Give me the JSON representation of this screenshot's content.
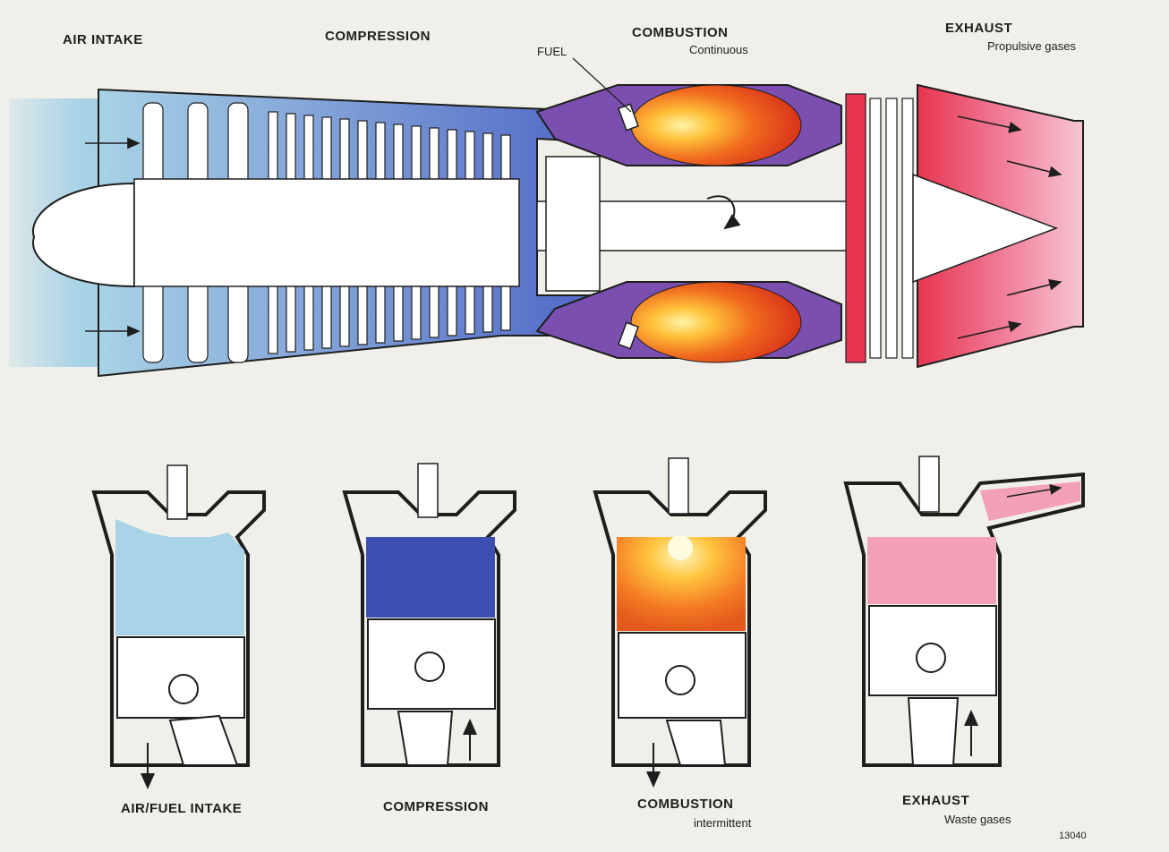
{
  "jet": {
    "stages": [
      {
        "label": "AIR INTAKE"
      },
      {
        "label": "COMPRESSION"
      },
      {
        "label": "COMBUSTION",
        "sublabel": "Continuous"
      },
      {
        "label": "EXHAUST",
        "sublabel": "Propulsive gases"
      }
    ],
    "fuel_label": "FUEL"
  },
  "piston": {
    "stages": [
      {
        "label": "AIR/FUEL INTAKE"
      },
      {
        "label": "COMPRESSION"
      },
      {
        "label": "COMBUSTION",
        "sublabel": "intermittent"
      },
      {
        "label": "EXHAUST",
        "sublabel": "Waste gases"
      }
    ]
  },
  "figure_number": "13040",
  "colors": {
    "intake": "#a9d3e6",
    "compression": "#3d4fb0",
    "combustion": "#f06a1e",
    "flame": "#ffd257",
    "exhaust": "#f2a0b6",
    "exhaust_hot": "#e8354f",
    "paper": "#f1efe9",
    "metal": "#ffffff",
    "outline": "#1e1e1e"
  }
}
